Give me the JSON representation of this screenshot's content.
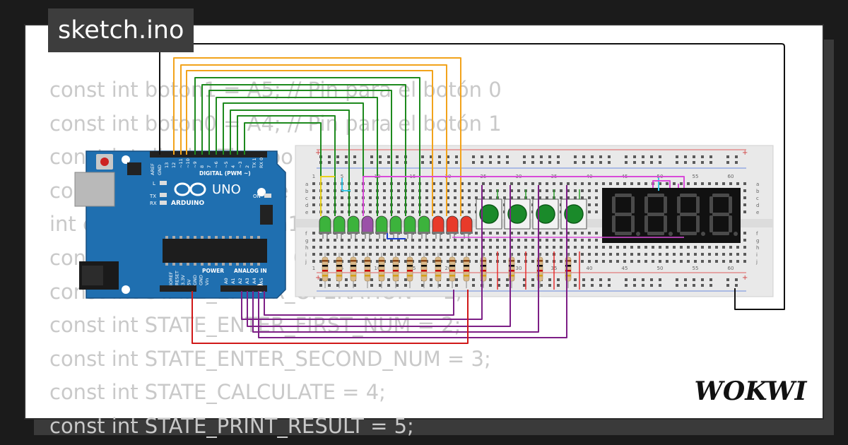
{
  "badge": {
    "title": "sketch.ino"
  },
  "brand": {
    "logo": "WOKWI"
  },
  "code_lines": [
    "const int boton1 = A5; // Pin para el botón 0",
    "const int boton0 = A4; // Pin para el botón 1",
    "const int displayTiempo = 10;",
    "const int tiempoRebote = 50;",
    "int estado = 0; int num1 = 2;",
    "const int STATE_IDLE = 0; // S",
    "const int STATE_ENTER_OPERATION = 1;",
    "const int STATE_ENTER_FIRST_NUM = 2;",
    "const int STATE_ENTER_SECOND_NUM = 3;",
    "const int STATE_CALCULATE = 4;",
    "const int STATE_PRINT_RESULT = 5;"
  ],
  "arduino": {
    "model": "UNO",
    "brand": "ARDUINO",
    "digital_header": "DIGITAL (PWM ~)",
    "analog_header": "ANALOG IN",
    "power_header": "POWER",
    "aref": "AREF",
    "gnd": "GND",
    "led_l": "L",
    "led_tx": "TX",
    "led_rx": "RX",
    "on": "ON",
    "digital_pins": [
      "13",
      "12",
      "~11",
      "~10",
      "~9",
      "8",
      "7",
      "~6",
      "~5",
      "4",
      "~3",
      "2",
      "TX 1",
      "RX 0"
    ],
    "power_pins": [
      "IOREF",
      "RESET",
      "3.3V",
      "5V",
      "GND",
      "GND",
      "Vin"
    ],
    "analog_pins": [
      "A0",
      "A1",
      "A2",
      "A3",
      "A4",
      "A5"
    ]
  },
  "breadboard": {
    "col_numbers": [
      "1",
      "5",
      "10",
      "15",
      "20",
      "25",
      "30",
      "35",
      "40",
      "45",
      "50",
      "55",
      "60"
    ],
    "rows_top": [
      "a",
      "b",
      "c",
      "d",
      "e"
    ],
    "rows_bottom": [
      "f",
      "g",
      "h",
      "i",
      "j"
    ],
    "rail_plus": "+",
    "rail_minus": "-"
  },
  "leds": [
    "green",
    "green",
    "green",
    "purple",
    "green",
    "green",
    "green",
    "green",
    "red",
    "red",
    "red"
  ],
  "buttons_count": 4,
  "display": {
    "digits": 4,
    "text": "8.8.8.8."
  },
  "colors": {
    "pcb": "#1f6fb0",
    "wire_orange": "#f2a31b",
    "wire_green": "#1e8a1e",
    "wire_purple": "#7d1f86",
    "wire_black": "#111111",
    "wire_red": "#d01818",
    "wire_magenta": "#d94ad9",
    "wire_cyan": "#3ac8e8",
    "wire_yellow": "#e8d21c",
    "wire_blue": "#1a3fd0",
    "button": "#1a8a2a",
    "segment_off": "#4a4a4a"
  }
}
